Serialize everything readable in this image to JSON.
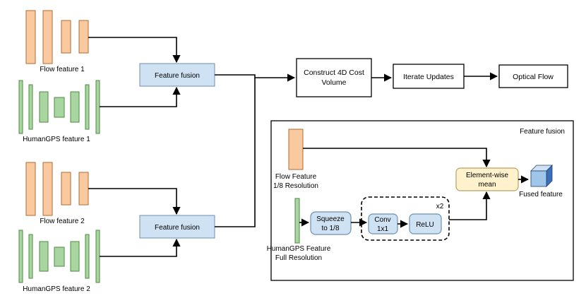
{
  "colors": {
    "flow_bar_fill": "#f9c9a0",
    "flow_bar_stroke": "#b06a30",
    "gps_bar_fill": "#a8d5a0",
    "gps_bar_stroke": "#4f8a44",
    "fusion_box_fill": "#cfe2f3",
    "fusion_box_stroke": "#6f8fb0",
    "mean_box_fill": "#fff2cc",
    "mean_box_stroke": "#b8a060",
    "cube_front": "#9fc5e8",
    "cube_top": "#cfe2f3",
    "cube_side": "#3d6fb8",
    "line": "#000000"
  },
  "top_pipeline": {
    "flow_feature_1": "Flow feature 1",
    "gps_feature_1": "HumanGPS feature 1",
    "fusion_1": "Feature fusion"
  },
  "bottom_pipeline": {
    "flow_feature_2": "Flow feature 2",
    "gps_feature_2": "HumanGPS feature 2",
    "fusion_2": "Feature fusion"
  },
  "stages": {
    "cost_volume_line1": "Construct 4D Cost",
    "cost_volume_line2": "Volume",
    "iterate": "Iterate Updates",
    "optical_flow": "Optical Flow"
  },
  "inset": {
    "title": "Feature fusion",
    "flow_label_line1": "Flow Feature",
    "flow_label_line2": "1/8 Resolution",
    "gps_label_line1": "HumanGPS Feature",
    "gps_label_line2": "Full Resolution",
    "squeeze_line1": "Squeeze",
    "squeeze_line2": "to 1/8",
    "conv_line1": "Conv",
    "conv_line2": "1x1",
    "relu": "ReLU",
    "repeat": "x2",
    "mean_line1": "Element-wise",
    "mean_line2": "mean",
    "fused": "Fused feature"
  }
}
